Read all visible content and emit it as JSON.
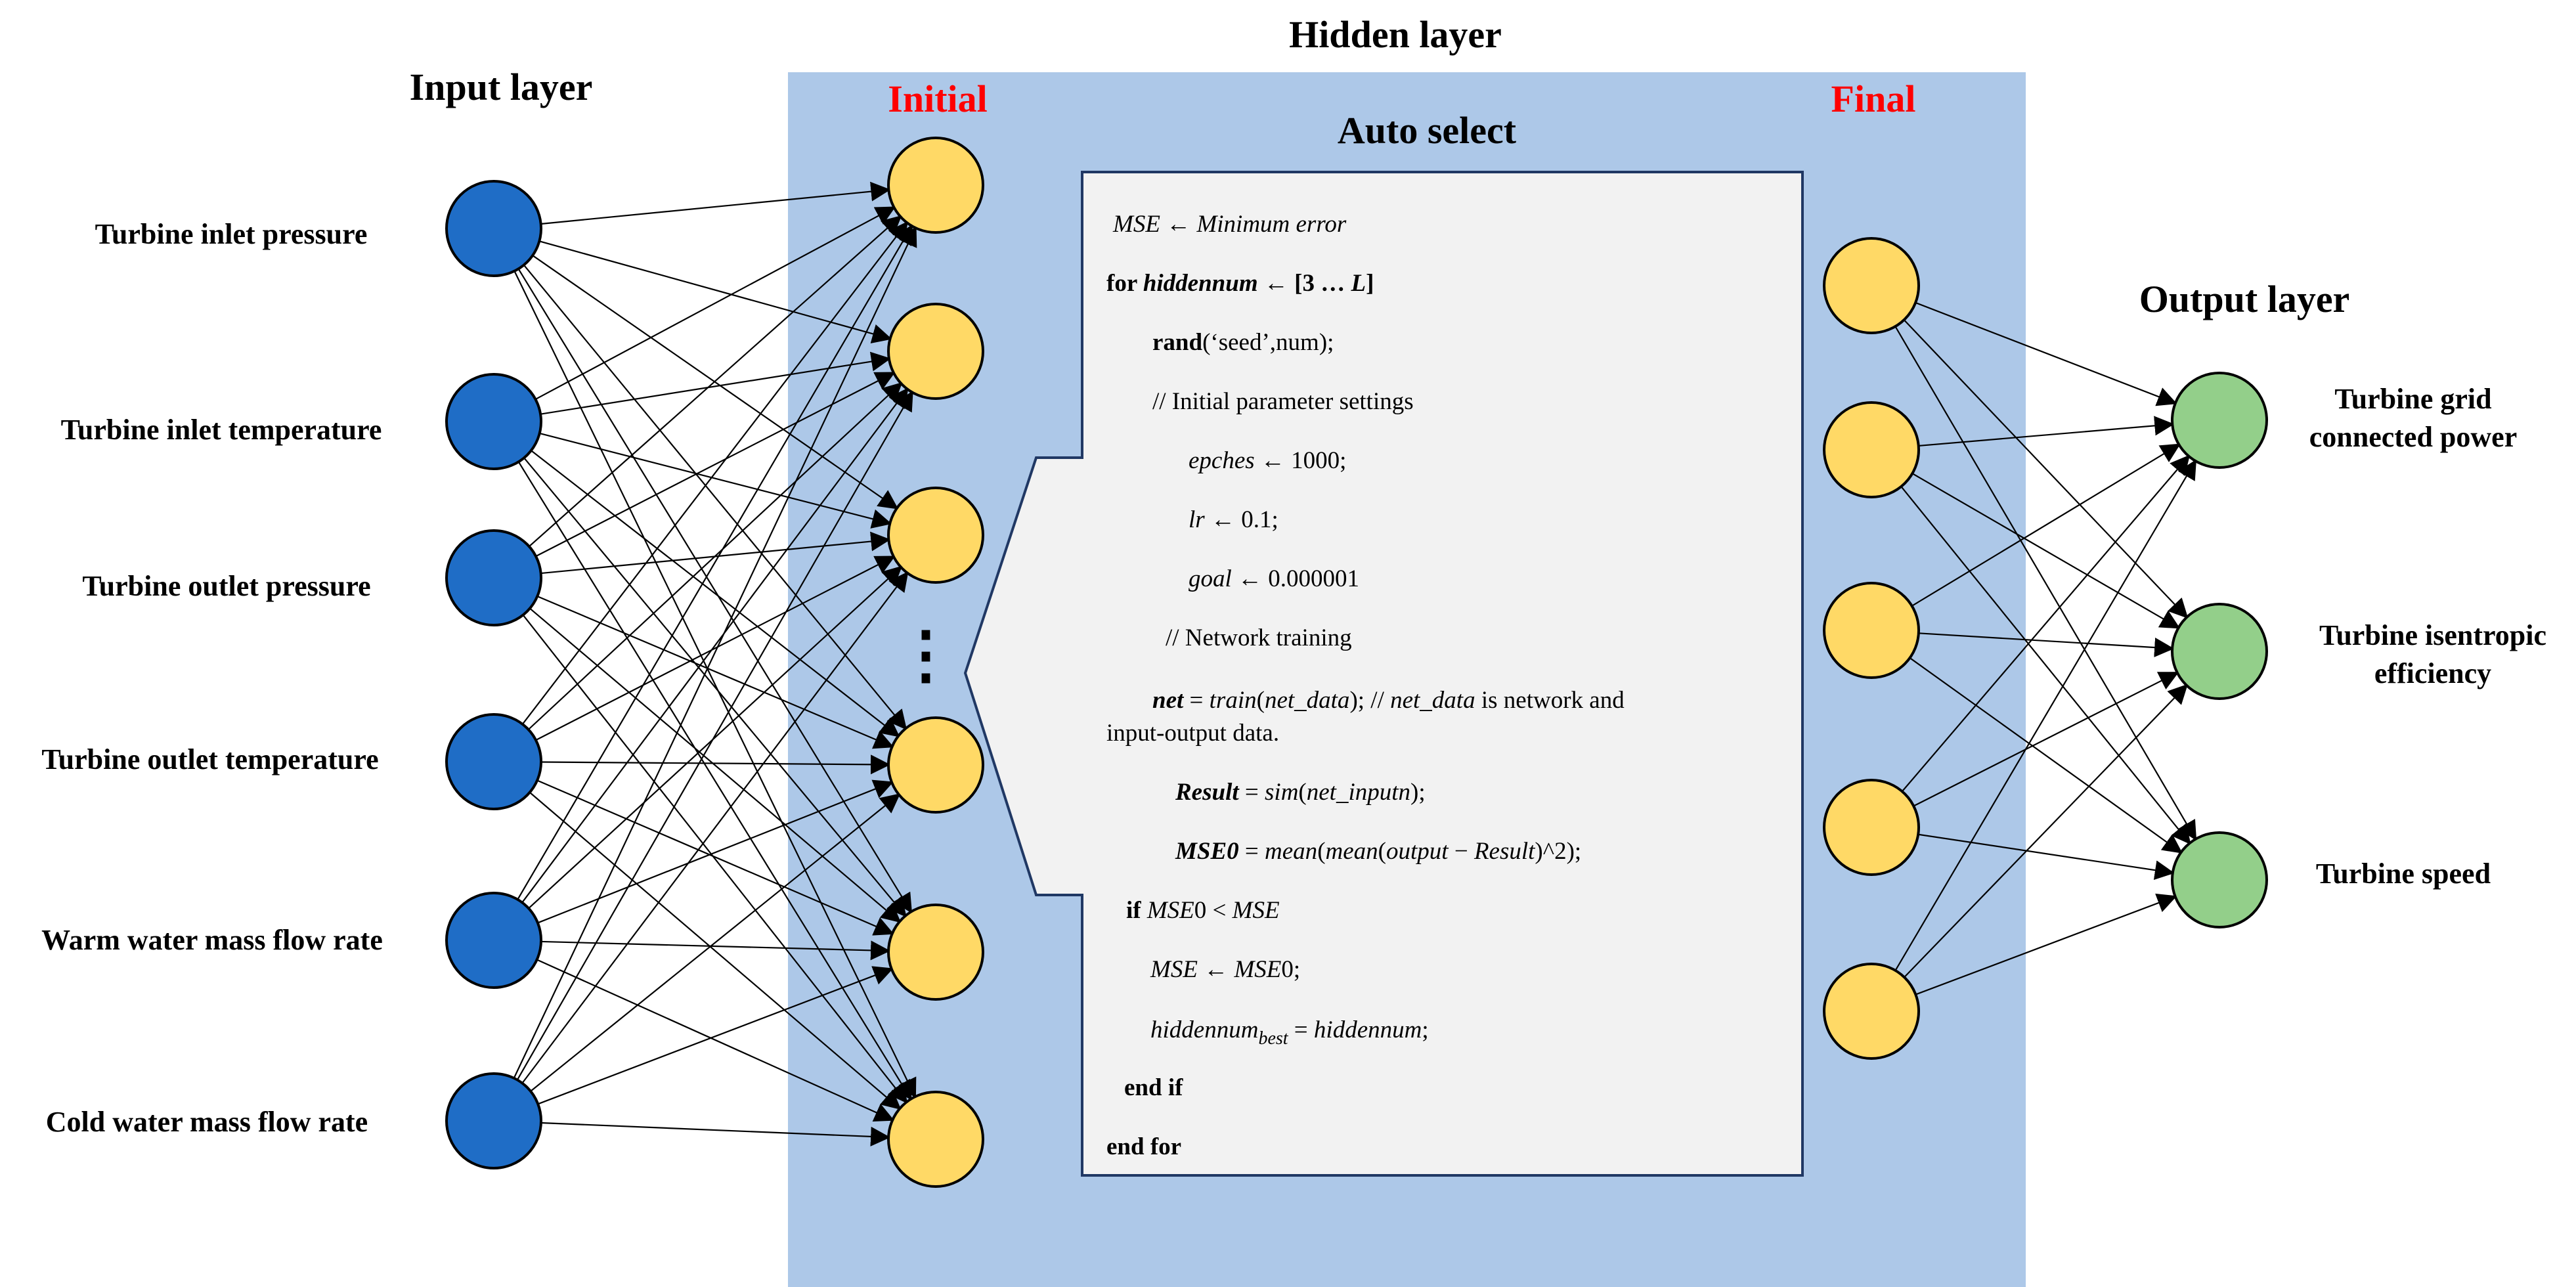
{
  "titles": {
    "hidden_layer": "Hidden layer",
    "input_layer": "Input layer",
    "output_layer": "Output layer",
    "initial": "Initial",
    "final": "Final",
    "auto_select": "Auto select"
  },
  "inputs": [
    "Turbine inlet pressure",
    "Turbine inlet temperature",
    "Turbine outlet pressure",
    "Turbine outlet temperature",
    "Warm water mass flow rate",
    "Cold water mass flow rate"
  ],
  "outputs": [
    {
      "line1": "Turbine grid",
      "line2": "connected power"
    },
    {
      "line1": "Turbine isentropic",
      "line2": "efficiency"
    },
    {
      "line1": "Turbine speed",
      "line2": ""
    }
  ],
  "ellipsis": "⋮",
  "colors": {
    "panel": "#adc8e8",
    "code_box": "#f2f2f2",
    "code_border": "#203864",
    "input_node": "#1f6dc6",
    "hidden_node": "#ffd966",
    "output_node": "#93cf8a",
    "highlight_title": "#ff0000"
  },
  "code": {
    "l1": {
      "a": "MSE",
      "b": " ← ",
      "c": "Minimum error"
    },
    "l2": {
      "a": "for ",
      "b": "hiddennum",
      "c": " ← [3 … ",
      "d": "L",
      "e": "]"
    },
    "l3": {
      "a": "rand",
      "b": "(‘seed’,num);"
    },
    "l4": {
      "a": "// Initial parameter settings"
    },
    "l5": {
      "a": "epches",
      "b": " ← 1000;"
    },
    "l6": {
      "a": "lr",
      "b": " ← 0.1;"
    },
    "l7": {
      "a": "goal",
      "b": " ← 0.000001"
    },
    "l8": {
      "a": "// Network training"
    },
    "l9": {
      "a": "net",
      "b": " = ",
      "c": "train",
      "d": "(",
      "e": "net_data",
      "f": "); // ",
      "g": "net_data",
      "h": " is network and"
    },
    "l10": {
      "a": "input-output data."
    },
    "l11": {
      "a": "Result",
      "b": " = ",
      "c": "sim",
      "d": "(",
      "e": "net_inputn",
      "f": ");"
    },
    "l12": {
      "a": "MSE0",
      "b": " = ",
      "c": "mean",
      "d": "(",
      "e": "mean",
      "f": "(",
      "g": "output",
      "h": " − ",
      "i": "Result",
      "j": ")^2);"
    },
    "l13": {
      "a": "if ",
      "b": "MSE",
      "c": "0 < ",
      "d": "MSE"
    },
    "l14": {
      "a": "MSE",
      "b": " ← ",
      "c": "MSE",
      "d": "0;"
    },
    "l15": {
      "a": "hiddennum",
      "b": "best",
      "c": " = ",
      "d": "hiddennum",
      "e": ";"
    },
    "l16": {
      "a": "end if"
    },
    "l17": {
      "a": "end for"
    }
  }
}
